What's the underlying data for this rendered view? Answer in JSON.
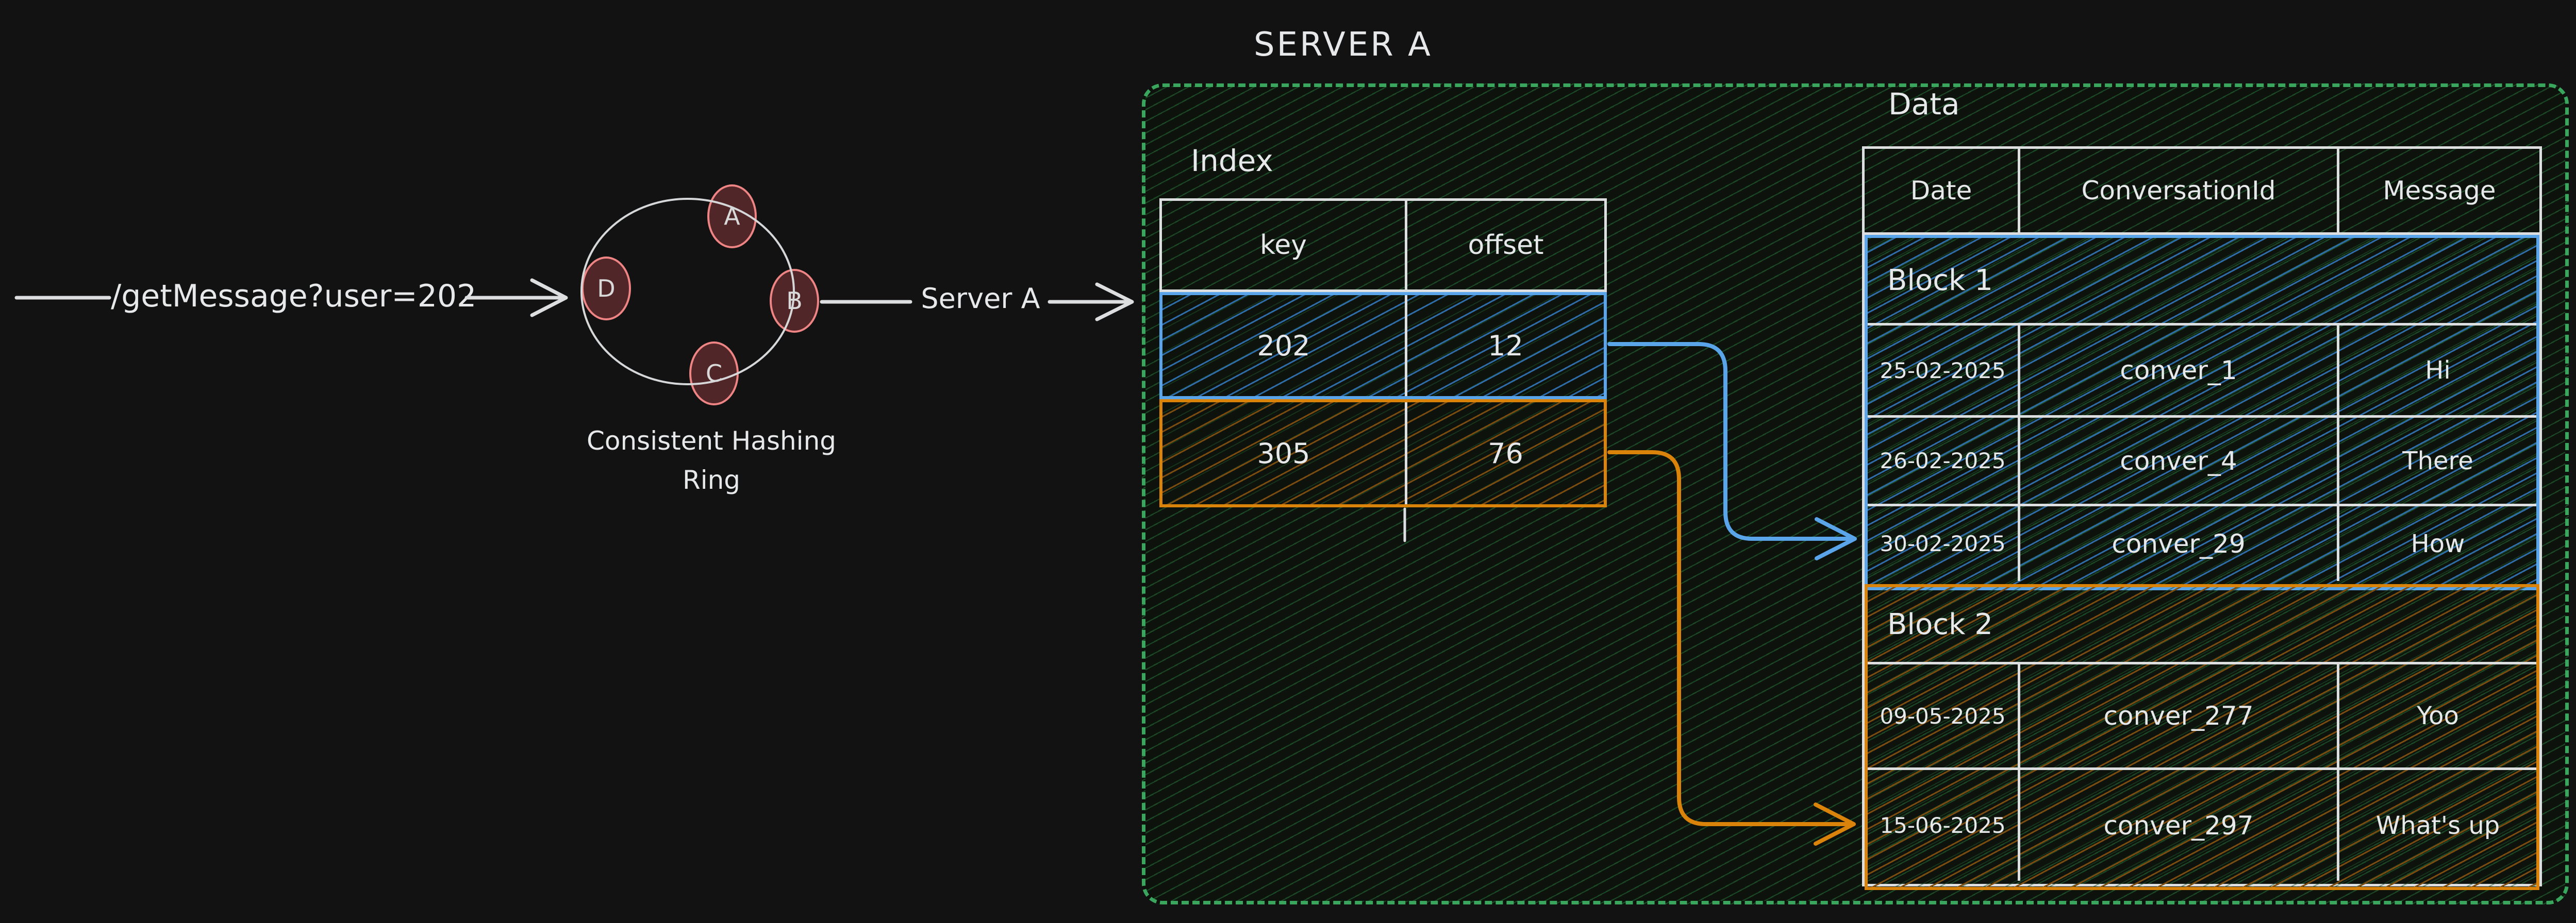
{
  "request": {
    "label": "/getMessage?user=202"
  },
  "ring": {
    "caption_line1": "Consistent Hashing",
    "caption_line2": "Ring",
    "nodes": [
      "A",
      "B",
      "C",
      "D"
    ]
  },
  "server_arrow": {
    "label": "Server A"
  },
  "server_box": {
    "title": "SERVER A"
  },
  "index_table": {
    "label": "Index",
    "columns": {
      "key": "key",
      "offset": "offset"
    },
    "rows": [
      {
        "key": "202",
        "offset": "12"
      },
      {
        "key": "305",
        "offset": "76"
      }
    ]
  },
  "data_table": {
    "label": "Data",
    "columns": {
      "date": "Date",
      "conversation_id": "ConversationId",
      "message": "Message"
    },
    "blocks": [
      {
        "label": "Block 1",
        "rows": [
          {
            "date": "25-02-2025",
            "conversation_id": "conver_1",
            "message": "Hi"
          },
          {
            "date": "26-02-2025",
            "conversation_id": "conver_4",
            "message": "There"
          },
          {
            "date": "30-02-2025",
            "conversation_id": "conver_29",
            "message": "How"
          }
        ]
      },
      {
        "label": "Block 2",
        "rows": [
          {
            "date": "09-05-2025",
            "conversation_id": "conver_277",
            "message": "Yoo"
          },
          {
            "date": "15-06-2025",
            "conversation_id": "conver_297",
            "message": "What's up"
          }
        ]
      }
    ]
  },
  "colors": {
    "bg": "#121212",
    "ink": "#e6e8ea",
    "line": "#dcdee0",
    "blue": "#5aa4ea",
    "blue-hatch": "#2e6da8",
    "orange": "#d9830b",
    "orange-hatch": "#7a4c10",
    "green": "#3aa55c",
    "green-hatch": "#1d4f28",
    "node-fill": "#512628",
    "node-stroke": "#ef8484"
  }
}
